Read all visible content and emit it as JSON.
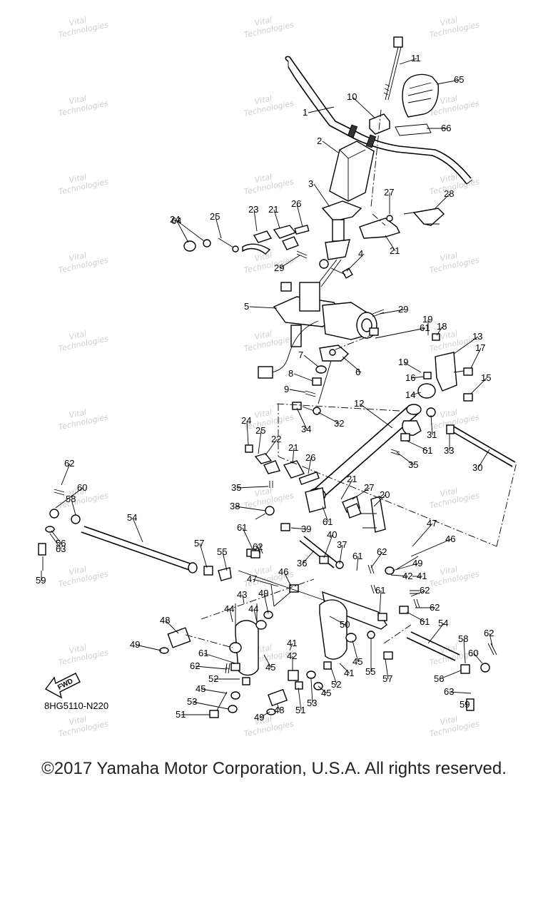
{
  "watermark": {
    "line1": "Vital",
    "line2": "Technologies"
  },
  "diagram_code": "8HG5110-N220",
  "fwd_label": "FWD",
  "copyright": "©2017 Yamaha Motor Corporation, U.S.A. All rights reserved.",
  "callouts": [
    {
      "id": "c1",
      "label": "1"
    },
    {
      "id": "c2",
      "label": "2"
    },
    {
      "id": "c3",
      "label": "3"
    },
    {
      "id": "c4",
      "label": "4"
    },
    {
      "id": "c5",
      "label": "5"
    },
    {
      "id": "c6",
      "label": "6"
    },
    {
      "id": "c7",
      "label": "7"
    },
    {
      "id": "c8",
      "label": "8"
    },
    {
      "id": "c9",
      "label": "9"
    },
    {
      "id": "c10",
      "label": "10"
    },
    {
      "id": "c11",
      "label": "11"
    },
    {
      "id": "c12",
      "label": "12"
    },
    {
      "id": "c13",
      "label": "13"
    },
    {
      "id": "c14",
      "label": "14"
    },
    {
      "id": "c15",
      "label": "15"
    },
    {
      "id": "c16",
      "label": "16"
    },
    {
      "id": "c17",
      "label": "17"
    },
    {
      "id": "c18",
      "label": "18"
    },
    {
      "id": "c19a",
      "label": "19"
    },
    {
      "id": "c19b",
      "label": "19"
    },
    {
      "id": "c20",
      "label": "20"
    },
    {
      "id": "c21a",
      "label": "21"
    },
    {
      "id": "c21b",
      "label": "21"
    },
    {
      "id": "c21c",
      "label": "21"
    },
    {
      "id": "c21d",
      "label": "21"
    },
    {
      "id": "c22",
      "label": "22"
    },
    {
      "id": "c23",
      "label": "23"
    },
    {
      "id": "c24a",
      "label": "24"
    },
    {
      "id": "c24b",
      "label": "24"
    },
    {
      "id": "c25a",
      "label": "25"
    },
    {
      "id": "c25b",
      "label": "25"
    },
    {
      "id": "c26a",
      "label": "26"
    },
    {
      "id": "c26b",
      "label": "26"
    },
    {
      "id": "c27a",
      "label": "27"
    },
    {
      "id": "c27b",
      "label": "27"
    },
    {
      "id": "c28",
      "label": "28"
    },
    {
      "id": "c29a",
      "label": "29"
    },
    {
      "id": "c29b",
      "label": "29"
    },
    {
      "id": "c30",
      "label": "30"
    },
    {
      "id": "c31",
      "label": "31"
    },
    {
      "id": "c32",
      "label": "32"
    },
    {
      "id": "c33",
      "label": "33"
    },
    {
      "id": "c34",
      "label": "34"
    },
    {
      "id": "c35a",
      "label": "35"
    },
    {
      "id": "c35b",
      "label": "35"
    },
    {
      "id": "c36",
      "label": "36"
    },
    {
      "id": "c37",
      "label": "37"
    },
    {
      "id": "c38",
      "label": "38"
    },
    {
      "id": "c39",
      "label": "39"
    },
    {
      "id": "c40",
      "label": "40"
    },
    {
      "id": "c41a",
      "label": "41"
    },
    {
      "id": "c41b",
      "label": "41"
    },
    {
      "id": "c41c",
      "label": "41"
    },
    {
      "id": "c42a",
      "label": "42"
    },
    {
      "id": "c42b",
      "label": "42"
    },
    {
      "id": "c43",
      "label": "43"
    },
    {
      "id": "c44a",
      "label": "44"
    },
    {
      "id": "c44b",
      "label": "44"
    },
    {
      "id": "c45a",
      "label": "45"
    },
    {
      "id": "c45b",
      "label": "45"
    },
    {
      "id": "c45c",
      "label": "45"
    },
    {
      "id": "c45d",
      "label": "45"
    },
    {
      "id": "c46a",
      "label": "46"
    },
    {
      "id": "c46b",
      "label": "46"
    },
    {
      "id": "c47a",
      "label": "47"
    },
    {
      "id": "c47b",
      "label": "47"
    },
    {
      "id": "c48a",
      "label": "48"
    },
    {
      "id": "c48b",
      "label": "48"
    },
    {
      "id": "c49a",
      "label": "49"
    },
    {
      "id": "c49b",
      "label": "49"
    },
    {
      "id": "c49c",
      "label": "49"
    },
    {
      "id": "c49d",
      "label": "49"
    },
    {
      "id": "c50",
      "label": "50"
    },
    {
      "id": "c51a",
      "label": "51"
    },
    {
      "id": "c51b",
      "label": "51"
    },
    {
      "id": "c52a",
      "label": "52"
    },
    {
      "id": "c52b",
      "label": "52"
    },
    {
      "id": "c53a",
      "label": "53"
    },
    {
      "id": "c53b",
      "label": "53"
    },
    {
      "id": "c54a",
      "label": "54"
    },
    {
      "id": "c54b",
      "label": "54"
    },
    {
      "id": "c55a",
      "label": "55"
    },
    {
      "id": "c55b",
      "label": "55"
    },
    {
      "id": "c56a",
      "label": "56"
    },
    {
      "id": "c56b",
      "label": "56"
    },
    {
      "id": "c57a",
      "label": "57"
    },
    {
      "id": "c57b",
      "label": "57"
    },
    {
      "id": "c58a",
      "label": "58"
    },
    {
      "id": "c58b",
      "label": "58"
    },
    {
      "id": "c59a",
      "label": "59"
    },
    {
      "id": "c59b",
      "label": "59"
    },
    {
      "id": "c60a",
      "label": "60"
    },
    {
      "id": "c60b",
      "label": "60"
    },
    {
      "id": "c61a",
      "label": "61"
    },
    {
      "id": "c61b",
      "label": "61"
    },
    {
      "id": "c61c",
      "label": "61"
    },
    {
      "id": "c61d",
      "label": "61"
    },
    {
      "id": "c61e",
      "label": "61"
    },
    {
      "id": "c61f",
      "label": "61"
    },
    {
      "id": "c61g",
      "label": "61"
    },
    {
      "id": "c61h",
      "label": "61"
    },
    {
      "id": "c62a",
      "label": "62"
    },
    {
      "id": "c62b",
      "label": "62"
    },
    {
      "id": "c62c",
      "label": "62"
    },
    {
      "id": "c62d",
      "label": "62"
    },
    {
      "id": "c62e",
      "label": "62"
    },
    {
      "id": "c62f",
      "label": "62"
    },
    {
      "id": "c62g",
      "label": "62"
    },
    {
      "id": "c63a",
      "label": "63"
    },
    {
      "id": "c63b",
      "label": "63"
    },
    {
      "id": "c64",
      "label": "64"
    },
    {
      "id": "c65",
      "label": "65"
    },
    {
      "id": "c66",
      "label": "66"
    }
  ]
}
